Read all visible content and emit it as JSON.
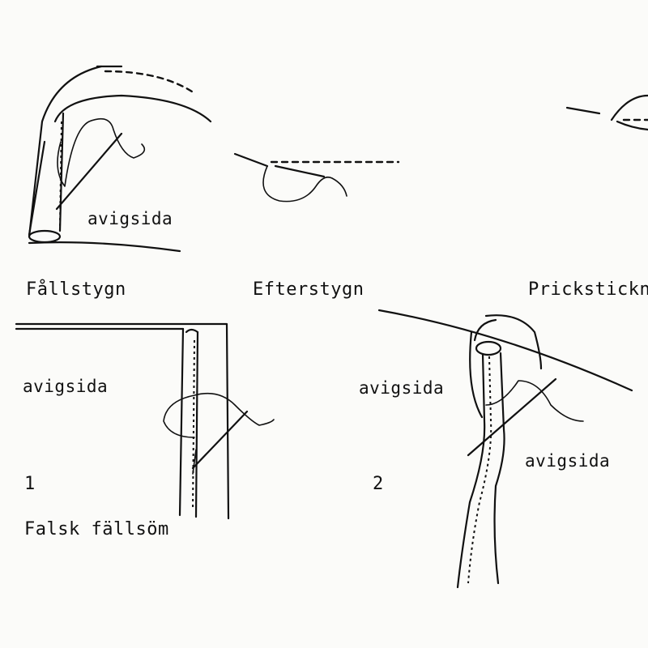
{
  "labels": {
    "hem_side": "avigsida",
    "fell_side": "avigsida",
    "seam2_side_left": "avigsida",
    "seam2_side_right": "avigsida"
  },
  "captions": {
    "fallstygn": "Fållstygn",
    "efterstygn": "Efterstygn",
    "prickstick": "Prickstickn",
    "falsk_fallsom": "Falsk fällsöm"
  },
  "steps": {
    "step1": "1",
    "step2": "2"
  }
}
